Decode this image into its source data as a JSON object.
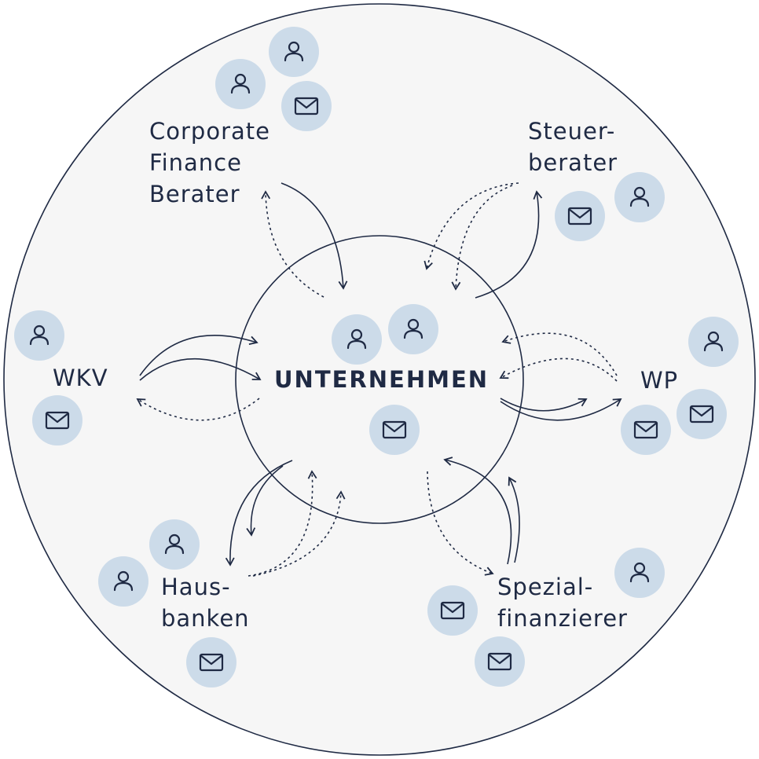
{
  "center": {
    "label": "UNTERNEHMEN"
  },
  "nodes": {
    "corporate_finance": {
      "label": "Corporate\nFinance\nBerater"
    },
    "steuerberater": {
      "label": "Steuer-\nberater"
    },
    "wkv": {
      "label": "WKV"
    },
    "wp": {
      "label": "WP"
    },
    "hausbanken": {
      "label": "Haus-\nbanken"
    },
    "spezialfinanzierer": {
      "label": "Spezial-\nfinanzierer"
    }
  },
  "colors": {
    "ink": "#1f2a44",
    "outer_fill": "#f6f6f6",
    "bubble": "#ccdbe9"
  },
  "icons": {
    "person": "person-icon",
    "mail": "mail-icon"
  }
}
